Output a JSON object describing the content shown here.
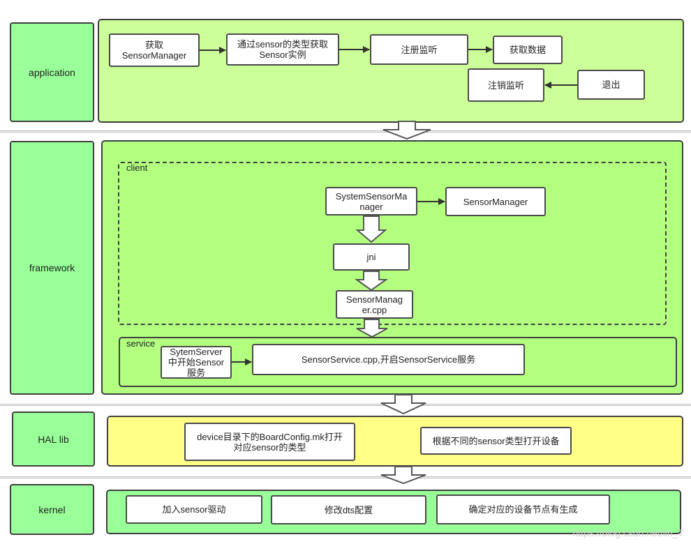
{
  "layers": {
    "application": "application",
    "framework": "framework",
    "hal": "HAL lib",
    "kernel": "kernel"
  },
  "app": {
    "get_manager": "获取\nSensorManager",
    "get_instance": "通过sensor的类型获取\nSensor实例",
    "register": "注册监听",
    "get_data": "获取数据",
    "unregister": "注销监听",
    "exit": "退出"
  },
  "framework": {
    "client_title": "client",
    "service_title": "service",
    "system_sensor_manager": "SystemSensorMa\nnager",
    "sensor_manager": "SensorManager",
    "jni": "jni",
    "sensor_manager_cpp": "SensorManag\ner.cpp",
    "system_server": "SytemServer\n中开始Sensor\n服务",
    "sensor_service": "SensorService.cpp,开启SensorService服务"
  },
  "hal": {
    "board_config": "device目录下的BoardConfig.mk打开\n对应sensor的类型",
    "open_device": "根据不同的sensor类型打开设备"
  },
  "kernel": {
    "add_driver": "加入sensor驱动",
    "modify_dts": "修改dts配置",
    "confirm_node": "确定对应的设备节点有生成"
  },
  "watermark": "https://blog.csdn.net/lin_T",
  "colors": {
    "layer_label": "#99ff99",
    "app_panel": "#ccff99",
    "framework_panel": "#b3ff80",
    "hal_panel": "#ffff88",
    "kernel_panel": "#99ff99",
    "stroke": "#3f3f3f"
  }
}
